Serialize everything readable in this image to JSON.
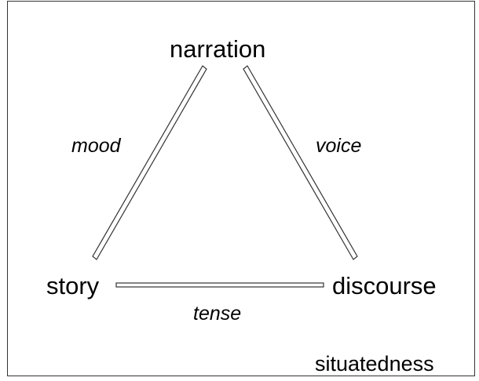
{
  "diagram": {
    "nodes": {
      "narration": "narration",
      "story": "story",
      "discourse": "discourse"
    },
    "relations": {
      "mood": "mood",
      "voice": "voice",
      "tense": "tense"
    },
    "context": "situatedness",
    "edges": [
      {
        "from": "narration",
        "to": "story",
        "label": "mood"
      },
      {
        "from": "narration",
        "to": "discourse",
        "label": "voice"
      },
      {
        "from": "story",
        "to": "discourse",
        "label": "tense"
      }
    ]
  }
}
